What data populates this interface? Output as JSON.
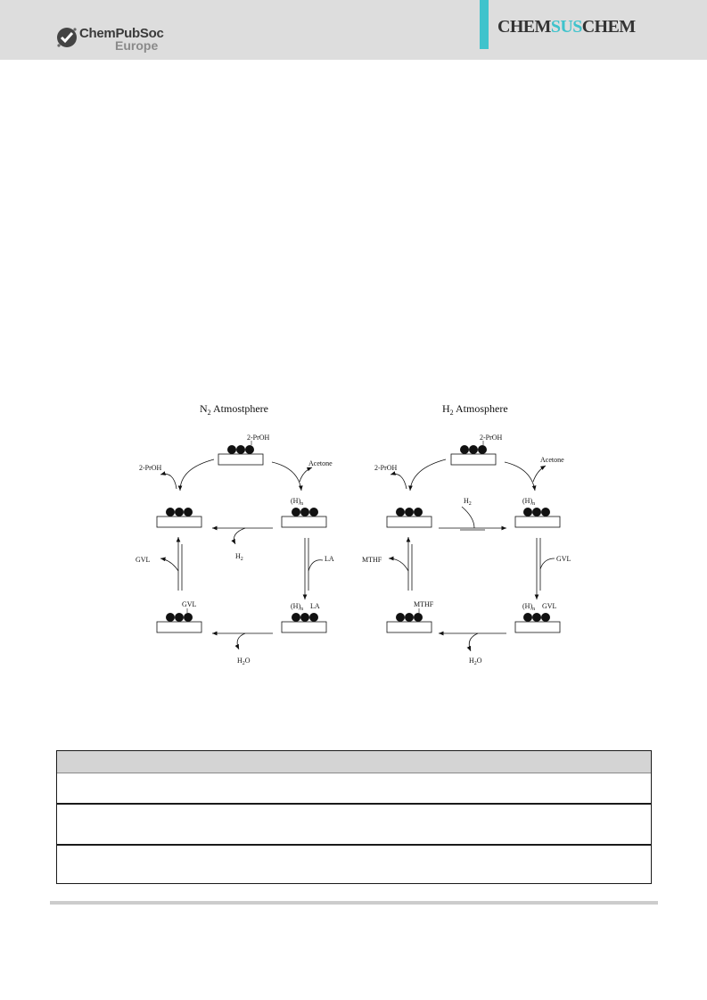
{
  "header": {
    "publisher_name": "ChemPubSoc",
    "publisher_region": "Europe",
    "journal_prefix": "CHEM",
    "journal_middle": "SUS",
    "journal_suffix": "CHEM",
    "accent_color": "#3fc3cc",
    "header_bg": "#dddddd"
  },
  "scheme": {
    "left": {
      "title_prefix": "N",
      "title_sub": "2",
      "title_suffix": " Atmostphere",
      "top_label": "2-PrOH",
      "left_in": "2-PrOH",
      "right_out": "Acetone",
      "hydride": "(H)",
      "hydride_sub": "n",
      "mid_out": "H",
      "mid_out_sub": "2",
      "right_in": "LA",
      "left_out": "GVL",
      "bottom_left_label": "GVL",
      "bottom_right_h": "(H)",
      "bottom_right_h_sub": "n",
      "bottom_right_la": "LA",
      "bottom_out": "H",
      "bottom_out_sub": "2",
      "bottom_out_suffix": "O"
    },
    "right": {
      "title_prefix": "H",
      "title_sub": "2",
      "title_suffix": " Atmosphere",
      "top_label": "2-PrOH",
      "left_in": "2-PrOH",
      "right_out": "Acetone",
      "hydride": "(H)",
      "hydride_sub": "n",
      "mid_in": "H",
      "mid_in_sub": "2",
      "right_in": "GVL",
      "left_out": "MTHF",
      "bottom_left_label": "MTHF",
      "bottom_right_h": "(H)",
      "bottom_right_h_sub": "n",
      "bottom_right_gvl": "GVL",
      "bottom_out": "H",
      "bottom_out_sub": "2",
      "bottom_out_suffix": "O"
    }
  }
}
